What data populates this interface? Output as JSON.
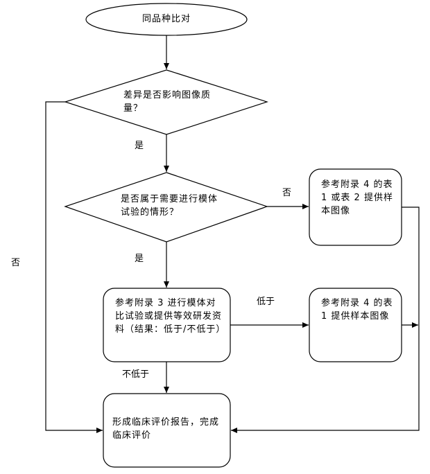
{
  "nodes": {
    "start": "同品种比对",
    "decision1": "差异是否影响图像质量？",
    "decision2": "是否属于需要进行模体试验的情形？",
    "ref_table1_or_2": "参考附录 4 的表 1 或表 2 提供样本图像",
    "ref_appendix3": "参考附录 3 进行模体对比试验或提供等效研发资料（结果：低于/不低于）",
    "ref_table1": "参考附录 4 的表 1 提供样本图像",
    "end": "形成临床评价报告，完成临床评价"
  },
  "edges": {
    "d1_yes": "是",
    "d1_no": "否",
    "d2_yes": "是",
    "d2_no": "否",
    "lower": "低于",
    "not_lower": "不低于"
  }
}
